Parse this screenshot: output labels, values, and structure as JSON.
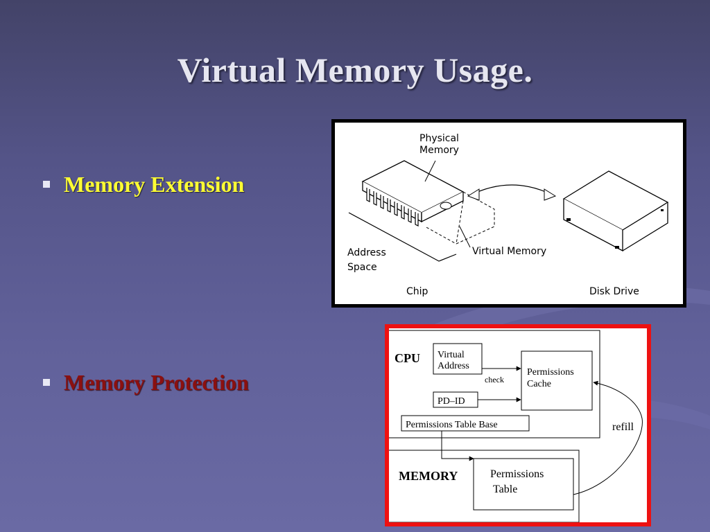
{
  "title": "Virtual Memory Usage.",
  "bullets": [
    {
      "text": "Memory Extension",
      "color": "#ffff33"
    },
    {
      "text": "Memory Protection",
      "color": "#8b1010"
    }
  ],
  "figure1": {
    "physical_memory_line1": "Physical",
    "physical_memory_line2": "Memory",
    "address_space_line1": "Address",
    "address_space_line2": "Space",
    "virtual_memory": "Virtual Memory",
    "chip": "Chip",
    "disk_drive": "Disk Drive"
  },
  "figure2": {
    "cpu": "CPU",
    "virtual_address_line1": "Virtual",
    "virtual_address_line2": "Address",
    "check": "check",
    "permissions_cache_line1": "Permissions",
    "permissions_cache_line2": "Cache",
    "pd_id": "PD–ID",
    "permissions_table_base": "Permissions Table Base",
    "refill": "refill",
    "memory": "MEMORY",
    "permissions_table_line1": "Permissions",
    "permissions_table_line2": "Table"
  },
  "colors": {
    "fig2_border": "#ee1111",
    "fig1_border": "#000000",
    "title": "#e6e6f0"
  }
}
